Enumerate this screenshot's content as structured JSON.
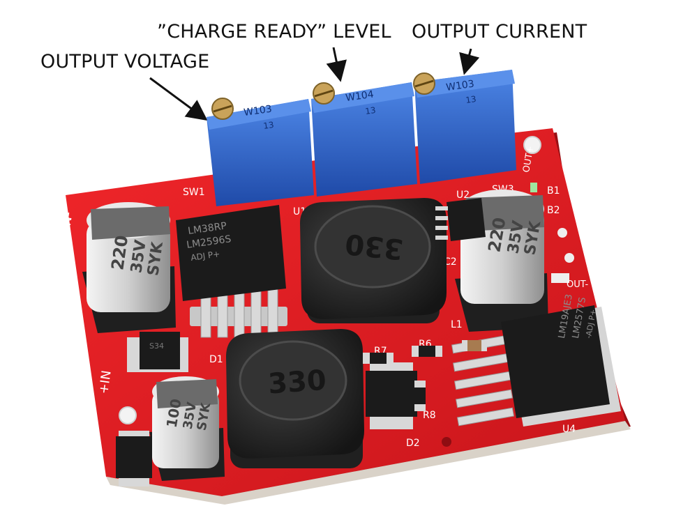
{
  "annotations": {
    "output_voltage": "OUTPUT VOLTAGE",
    "charge_ready_level": "”CHARGE READY” LEVEL",
    "output_current": "OUTPUT CURRENT"
  },
  "potentiometers": [
    {
      "marking": "W103",
      "sub": "13"
    },
    {
      "marking": "W104",
      "sub": "13"
    },
    {
      "marking": "W103",
      "sub": "13"
    }
  ],
  "capacitors": [
    {
      "value": "220",
      "voltage": "35V",
      "brand": "SYK"
    },
    {
      "value": "220",
      "voltage": "35V",
      "brand": "SYK"
    },
    {
      "value": "100",
      "voltage": "35V",
      "brand": "SYK"
    }
  ],
  "inductors": {
    "top": "330",
    "bottom": "330"
  },
  "chips": {
    "u1_line1": "LM38RP",
    "u1_line2": "LM2596S",
    "u1_line3": "ADJ  P+",
    "u4_line1": "LM19AJE3",
    "u4_line2": "LM2577S",
    "u4_line3": "-ADJ  P+",
    "diode_marking": "S34"
  },
  "silkscreen": {
    "sw1": "SW1",
    "sw3": "SW3",
    "u1": "U1",
    "u2": "U2",
    "u4": "U4",
    "l1": "L1",
    "c2": "C2",
    "d1": "D1",
    "d2": "D2",
    "r6": "R6",
    "r7": "R7",
    "r8": "R8",
    "b1": "B1",
    "b2": "B2",
    "in_minus": "IN-",
    "in_plus": "+IN",
    "out_plus": "OUT+",
    "out_minus": "OUT-"
  },
  "colors": {
    "pcb": "#e21b1f",
    "pcb_dark": "#b3141a",
    "trimmer": "#2f63c9",
    "solder": "#d8d8d8",
    "inductor": "#2a2a2a",
    "chip": "#1b1b1b"
  }
}
